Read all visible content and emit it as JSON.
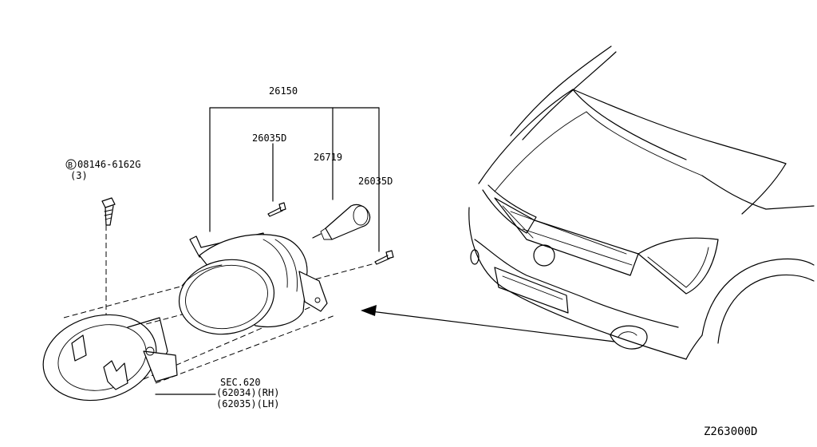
{
  "diagram": {
    "labels": {
      "assembly": "26150",
      "bulb_holder_screw_top": "26035D",
      "bulb": "26719",
      "adjust_screw": "26035D",
      "bolt_number": "08146-6162G",
      "bolt_marker": "B",
      "bolt_qty": "(3)",
      "sec_ref": "SEC.620",
      "rh_part": "(62034)(RH)",
      "lh_part": "(62035)(LH)",
      "drawing_id": "Z263000D"
    }
  }
}
